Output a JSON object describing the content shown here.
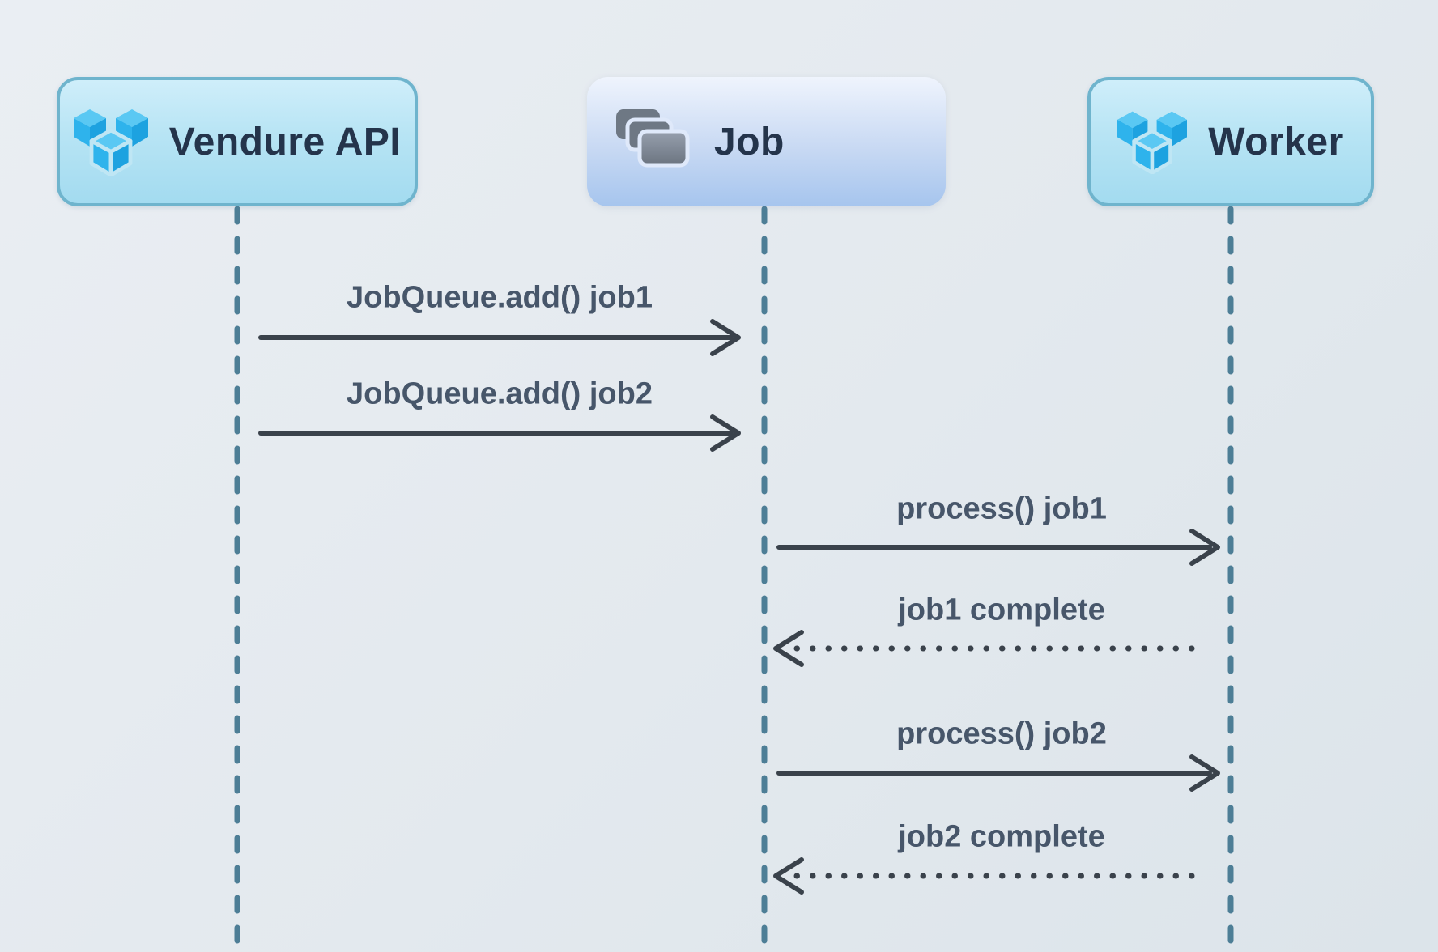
{
  "diagram": {
    "type": "sequence-diagram",
    "actors": [
      {
        "id": "vendure-api",
        "label": "Vendure API",
        "icon": "vendure-cubes-icon"
      },
      {
        "id": "job",
        "label": "Job",
        "icon": "stacked-cards-icon"
      },
      {
        "id": "worker",
        "label": "Worker",
        "icon": "vendure-cubes-icon"
      }
    ],
    "messages": [
      {
        "from": "Vendure API",
        "to": "Job",
        "label": "JobQueue.add() job1",
        "style": "solid"
      },
      {
        "from": "Vendure API",
        "to": "Job",
        "label": "JobQueue.add() job2",
        "style": "solid"
      },
      {
        "from": "Job",
        "to": "Worker",
        "label": "process() job1",
        "style": "solid"
      },
      {
        "from": "Worker",
        "to": "Job",
        "label": "job1 complete",
        "style": "dotted"
      },
      {
        "from": "Job",
        "to": "Worker",
        "label": "process() job2",
        "style": "solid"
      },
      {
        "from": "Worker",
        "to": "Job",
        "label": "job2 complete",
        "style": "dotted"
      }
    ],
    "colors": {
      "background": "#e3e9ee",
      "actor_box_cyan": "#b7e4f4",
      "actor_box_cyan_border": "#6fb4cd",
      "actor_box_blue": "#c8d9f3",
      "actor_text": "#24344b",
      "lifeline": "#4d7e96",
      "arrow": "#3a424b",
      "message_text": "#47566a",
      "vendure_blue_top": "#5ac8f3",
      "vendure_blue_left": "#2eb3ec",
      "vendure_blue_right": "#1da2e0",
      "card_gray": "#6e7884"
    }
  }
}
